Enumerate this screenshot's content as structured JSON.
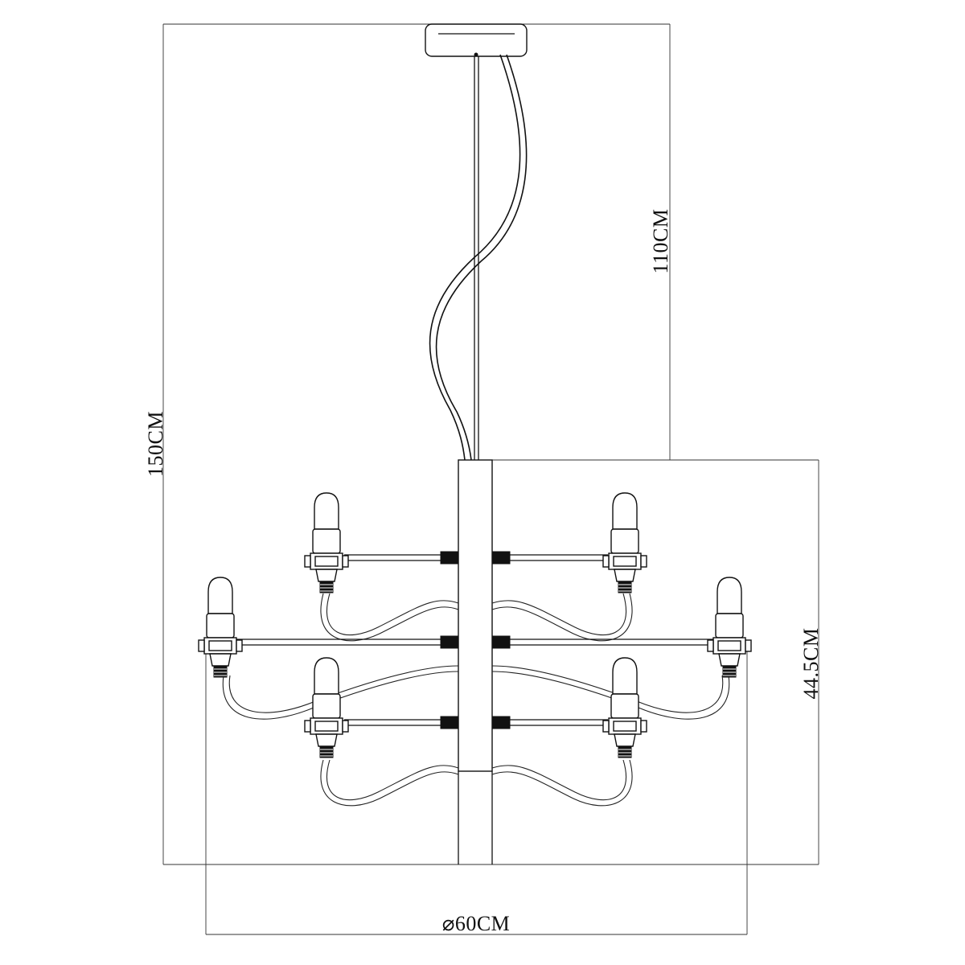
{
  "dimensions": {
    "total_height": "150CM",
    "drop_length": "110CM",
    "body_height": "44.5CM",
    "diameter": "⌀60CM"
  },
  "colors": {
    "line": "#111111",
    "background": "#ffffff"
  }
}
